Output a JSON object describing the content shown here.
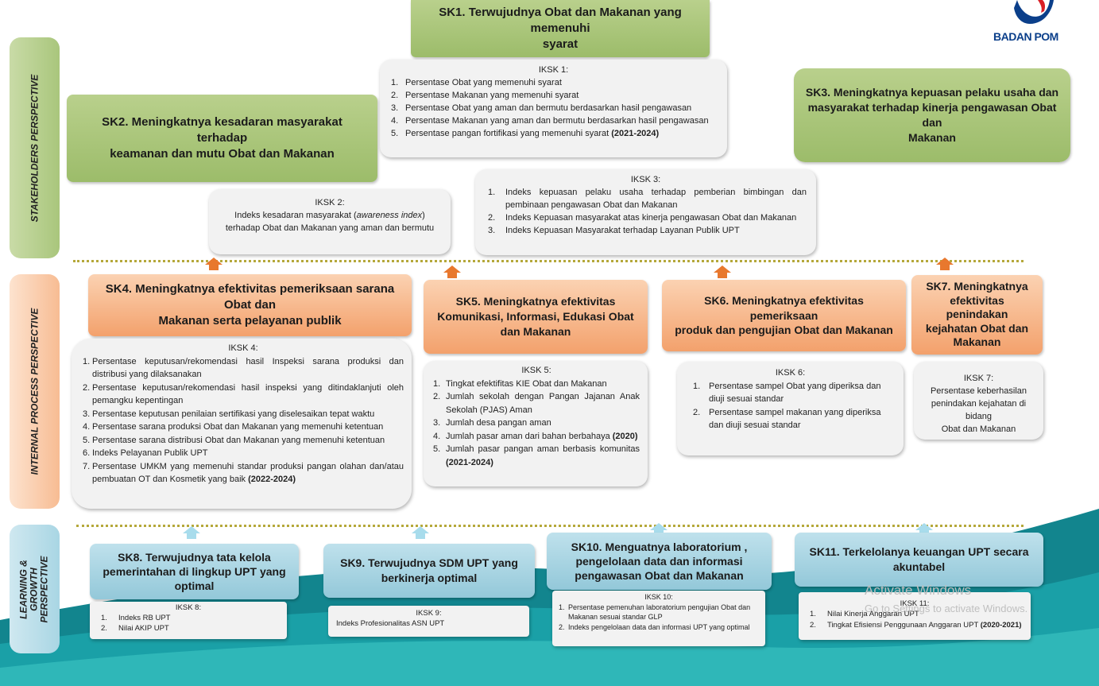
{
  "logo": {
    "text": "BADAN POM"
  },
  "perspectives": {
    "stakeholders": "STAKEHOLDERS PERSPECTIVE",
    "internal": "INTERNAL PROCESS PERSPECTIVE",
    "learning": [
      "LEARNING &",
      "GROWTH",
      "PERSPECTIVE"
    ]
  },
  "sk": {
    "sk1": [
      "SK1. Terwujudnya Obat dan Makanan yang memenuhi",
      "syarat"
    ],
    "sk2": [
      "SK2. Meningkatnya kesadaran masyarakat terhadap",
      "keamanan dan mutu Obat dan Makanan"
    ],
    "sk3": [
      "SK3. Meningkatnya kepuasan pelaku usaha dan",
      "masyarakat terhadap kinerja pengawasan Obat dan",
      "Makanan"
    ],
    "sk4": [
      "SK4. Meningkatnya efektivitas pemeriksaan sarana Obat dan",
      "Makanan serta pelayanan publik"
    ],
    "sk5": [
      "SK5. Meningkatnya efektivitas",
      "Komunikasi, Informasi, Edukasi Obat",
      "dan Makanan"
    ],
    "sk6": [
      "SK6. Meningkatnya efektivitas pemeriksaan",
      "produk dan pengujian Obat dan Makanan"
    ],
    "sk7": [
      "SK7. Meningkatnya",
      "efektivitas penindakan",
      "kejahatan Obat dan",
      "Makanan"
    ],
    "sk8": [
      "SK8. Terwujudnya tata kelola",
      "pemerintahan di lingkup UPT yang",
      "optimal"
    ],
    "sk9": [
      "SK9. Terwujudnya SDM UPT yang",
      "berkinerja optimal"
    ],
    "sk10": [
      "SK10. Menguatnya laboratorium ,",
      "pengelolaan data dan informasi",
      "pengawasan Obat dan Makanan"
    ],
    "sk11": [
      "SK11. Terkelolanya keuangan UPT secara",
      "akuntabel"
    ]
  },
  "iksk": {
    "iksk1": {
      "title": "IKSK 1:",
      "items": [
        {
          "n": "1.",
          "t": "Persentase Obat yang memenuhi syarat",
          "b": ""
        },
        {
          "n": "2.",
          "t": "Persentase Makanan yang memenuhi syarat",
          "b": ""
        },
        {
          "n": "3.",
          "t": "Persentase Obat yang aman dan bermutu berdasarkan hasil pengawasan",
          "b": ""
        },
        {
          "n": "4.",
          "t": "Persentase Makanan yang aman dan bermutu berdasarkan hasil pengawasan",
          "b": ""
        },
        {
          "n": "5.",
          "t": "Persentase pangan fortifikasi yang memenuhi syarat ",
          "b": "(2021-2024)"
        }
      ]
    },
    "iksk2": {
      "title": "IKSK 2:",
      "line1a": "Indeks kesadaran masyarakat (",
      "line1i": "awareness index",
      "line1b": ")",
      "line2": "terhadap Obat dan Makanan yang aman dan bermutu"
    },
    "iksk3": {
      "title": "IKSK 3:",
      "items": [
        {
          "n": "1.",
          "t": "Indeks kepuasan pelaku usaha terhadap pemberian bimbingan dan pembinaan pengawasan Obat dan Makanan",
          "b": ""
        },
        {
          "n": "2.",
          "t": "Indeks Kepuasan masyarakat atas kinerja pengawasan Obat dan Makanan",
          "b": ""
        },
        {
          "n": "3.",
          "t": "Indeks Kepuasan Masyarakat terhadap Layanan Publik UPT",
          "b": ""
        }
      ]
    },
    "iksk4": {
      "title": "IKSK 4:",
      "items": [
        {
          "n": "1.",
          "t": "Persentase keputusan/rekomendasi hasil Inspeksi sarana produksi dan distribusi yang dilaksanakan",
          "b": ""
        },
        {
          "n": "2.",
          "t": "Persentase keputusan/rekomendasi hasil inspeksi yang ditindaklanjuti oleh pemangku kepentingan",
          "b": ""
        },
        {
          "n": "3.",
          "t": "Persentase keputusan penilaian sertifikasi yang diselesaikan tepat waktu",
          "b": ""
        },
        {
          "n": "4.",
          "t": "Persentase sarana produksi Obat dan Makanan yang memenuhi ketentuan",
          "b": ""
        },
        {
          "n": "5.",
          "t": "Persentase sarana distribusi Obat  dan Makanan yang memenuhi ketentuan",
          "b": ""
        },
        {
          "n": "6.",
          "t": "Indeks Pelayanan Publik UPT",
          "b": ""
        },
        {
          "n": "7.",
          "t": "Persentase UMKM yang memenuhi standar produksi pangan olahan dan/atau pembuatan OT dan Kosmetik yang baik ",
          "b": "(2022-2024)"
        }
      ]
    },
    "iksk5": {
      "title": "IKSK 5:",
      "items": [
        {
          "n": "1.",
          "t": "Tingkat efektifitas KIE Obat dan Makanan",
          "b": ""
        },
        {
          "n": "2.",
          "t": "Jumlah sekolah dengan Pangan Jajanan Anak Sekolah (PJAS) Aman",
          "b": ""
        },
        {
          "n": "3.",
          "t": "Jumlah desa pangan aman",
          "b": ""
        },
        {
          "n": "4.",
          "t": "Jumlah pasar aman dari bahan berbahaya ",
          "b": "(2020)"
        },
        {
          "n": "5.",
          "t": "Jumlah pasar pangan aman berbasis komunitas ",
          "b": "(2021-2024)"
        }
      ]
    },
    "iksk6": {
      "title": "IKSK 6:",
      "items": [
        {
          "n": "1.",
          "t": "Persentase sampel Obat yang diperiksa dan diuji sesuai standar",
          "b": ""
        },
        {
          "n": "2.",
          "t": "Persentase sampel makanan yang diperiksa dan diuji sesuai standar",
          "b": ""
        }
      ]
    },
    "iksk7": {
      "title": "IKSK 7:",
      "lines": [
        "Persentase keberhasilan",
        "penindakan kejahatan di bidang",
        "Obat dan Makanan"
      ]
    },
    "iksk8": {
      "title": "IKSK 8:",
      "items": [
        {
          "n": "1.",
          "t": "Indeks RB UPT",
          "b": ""
        },
        {
          "n": "2.",
          "t": "Nilai AKIP UPT",
          "b": ""
        }
      ]
    },
    "iksk9": {
      "title": "IKSK 9:",
      "line": "Indeks Profesionalitas ASN UPT"
    },
    "iksk10": {
      "title": "IKSK 10:",
      "items": [
        {
          "n": "1.",
          "t": "Persentase pemenuhan laboratorium pengujian Obat dan Makanan sesuai standar GLP",
          "b": ""
        },
        {
          "n": "2.",
          "t": "Indeks pengelolaan data dan informasi UPT yang optimal",
          "b": ""
        }
      ]
    },
    "iksk11": {
      "title": "IKSK 11:",
      "items": [
        {
          "n": "1.",
          "t": "Nilai Kinerja Anggaran UPT",
          "b": ""
        },
        {
          "n": "2.",
          "t": "Tingkat Efisiensi Penggunaan Anggaran UPT ",
          "b": "(2020-2021)"
        }
      ]
    }
  },
  "watermark": {
    "line1": "Activate Windows",
    "line2": "Go to Settings to activate Windows."
  },
  "colors": {
    "green": "#9cbc6a",
    "orange": "#f3a16c",
    "blue": "#93c8d9",
    "teal_bg": "#1a8f97",
    "arrow": "#e8782e"
  }
}
